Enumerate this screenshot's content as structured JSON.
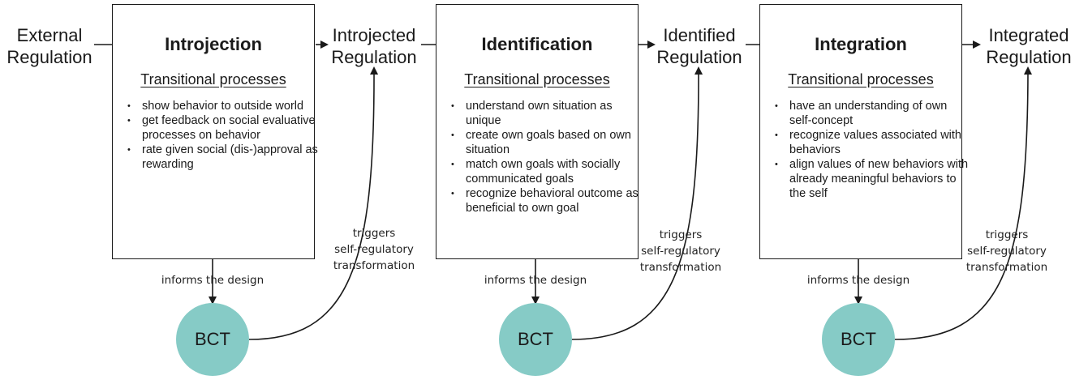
{
  "regulations": {
    "external": [
      "External",
      "Regulation"
    ],
    "introjected": [
      "Introjected",
      "Regulation"
    ],
    "identified": [
      "Identified",
      "Regulation"
    ],
    "integrated": [
      "Integrated",
      "Regulation"
    ]
  },
  "stages": [
    {
      "title": "Introjection",
      "subtitle": "Transitional processes",
      "bullets": [
        "show behavior to outside world",
        "get feedback on social evaluative processes on behavior",
        "rate given social (dis-)approval as rewarding"
      ]
    },
    {
      "title": "Identification",
      "subtitle": "Transitional processes",
      "bullets": [
        "understand own situation as unique",
        "create own goals based on own situation",
        "match own goals with socially communicated goals",
        "recognize behavioral outcome as beneficial to own goal"
      ]
    },
    {
      "title": "Integration",
      "subtitle": "Transitional processes",
      "bullets": [
        "have an understanding of own self-concept",
        "recognize values associated with behaviors",
        "align values of new behaviors with already meaningful behaviors to the self"
      ]
    }
  ],
  "edge_labels": {
    "informs": "informs the design",
    "triggers": [
      "triggers",
      "self-regulatory",
      "transformation"
    ]
  },
  "bct_label": "BCT",
  "colors": {
    "bct_fill": "#86cbc6",
    "stroke": "#1a1a1a"
  }
}
